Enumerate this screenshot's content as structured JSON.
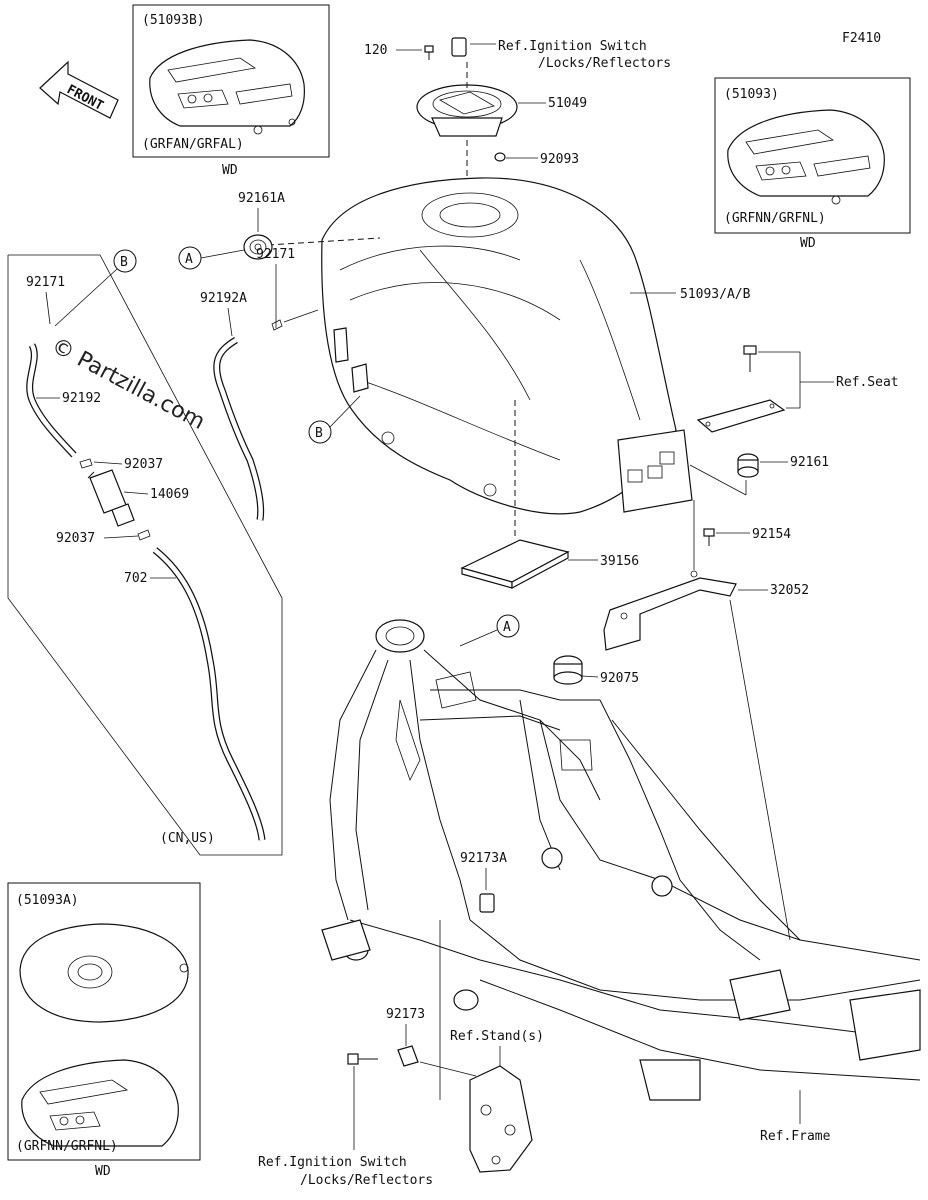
{
  "figure_code": "F2410",
  "front_label": "FRONT",
  "watermark": "© Partzilla.com",
  "insets": {
    "top_left": {
      "title": "(51093B)",
      "variant": "(GRFAN/GRFAL)",
      "caption": "WD"
    },
    "top_right": {
      "title": "(51093)",
      "variant": "(GRFNN/GRFNL)",
      "caption": "WD"
    },
    "bottom_left": {
      "title": "(51093A)",
      "variant": "(GRFNN/GRFNL)",
      "caption": "WD"
    }
  },
  "region_note": "(CN,US)",
  "callouts": {
    "A1": "A",
    "A2": "A",
    "B1": "B",
    "B2": "B"
  },
  "labels": {
    "l120": "120",
    "ref_ign_top_1": "Ref.Ignition Switch",
    "ref_ign_top_2": "/Locks/Reflectors",
    "p51049": "51049",
    "p92093": "92093",
    "p92161A": "92161A",
    "p92171_right": "92171",
    "p92192A": "92192A",
    "p51093AB": "51093/A/B",
    "ref_seat": "Ref.Seat",
    "p92161": "92161",
    "p92154": "92154",
    "p39156": "39156",
    "p32052": "32052",
    "p92075": "92075",
    "p92173A": "92173A",
    "p92171_left": "92171",
    "p92192": "92192",
    "p92037_top": "92037",
    "p14069": "14069",
    "p92037_bottom": "92037",
    "p702": "702",
    "p92173": "92173",
    "ref_stand": "Ref.Stand(s)",
    "ref_ign_bot_1": "Ref.Ignition Switch",
    "ref_ign_bot_2": "/Locks/Reflectors",
    "ref_frame": "Ref.Frame"
  }
}
